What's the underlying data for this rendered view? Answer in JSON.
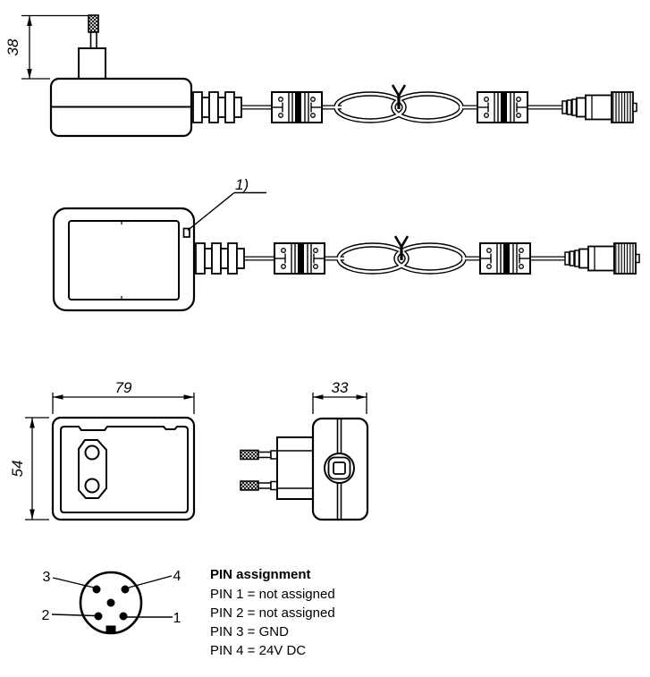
{
  "drawing": {
    "background_color": "#ffffff",
    "line_color": "#000000",
    "dimensions": {
      "plug_height": "38",
      "body_width": "79",
      "body_height": "54",
      "body_depth": "33"
    },
    "callout": {
      "led_indicator": "1)"
    },
    "pin_diagram": {
      "labels": [
        "1",
        "2",
        "3",
        "4"
      ]
    },
    "pin_assignment": {
      "title": "PIN assignment",
      "rows": [
        "PIN 1 = not assigned",
        "PIN 2 = not assigned",
        "PIN 3 = GND",
        "PIN 4 = 24V DC"
      ]
    }
  }
}
